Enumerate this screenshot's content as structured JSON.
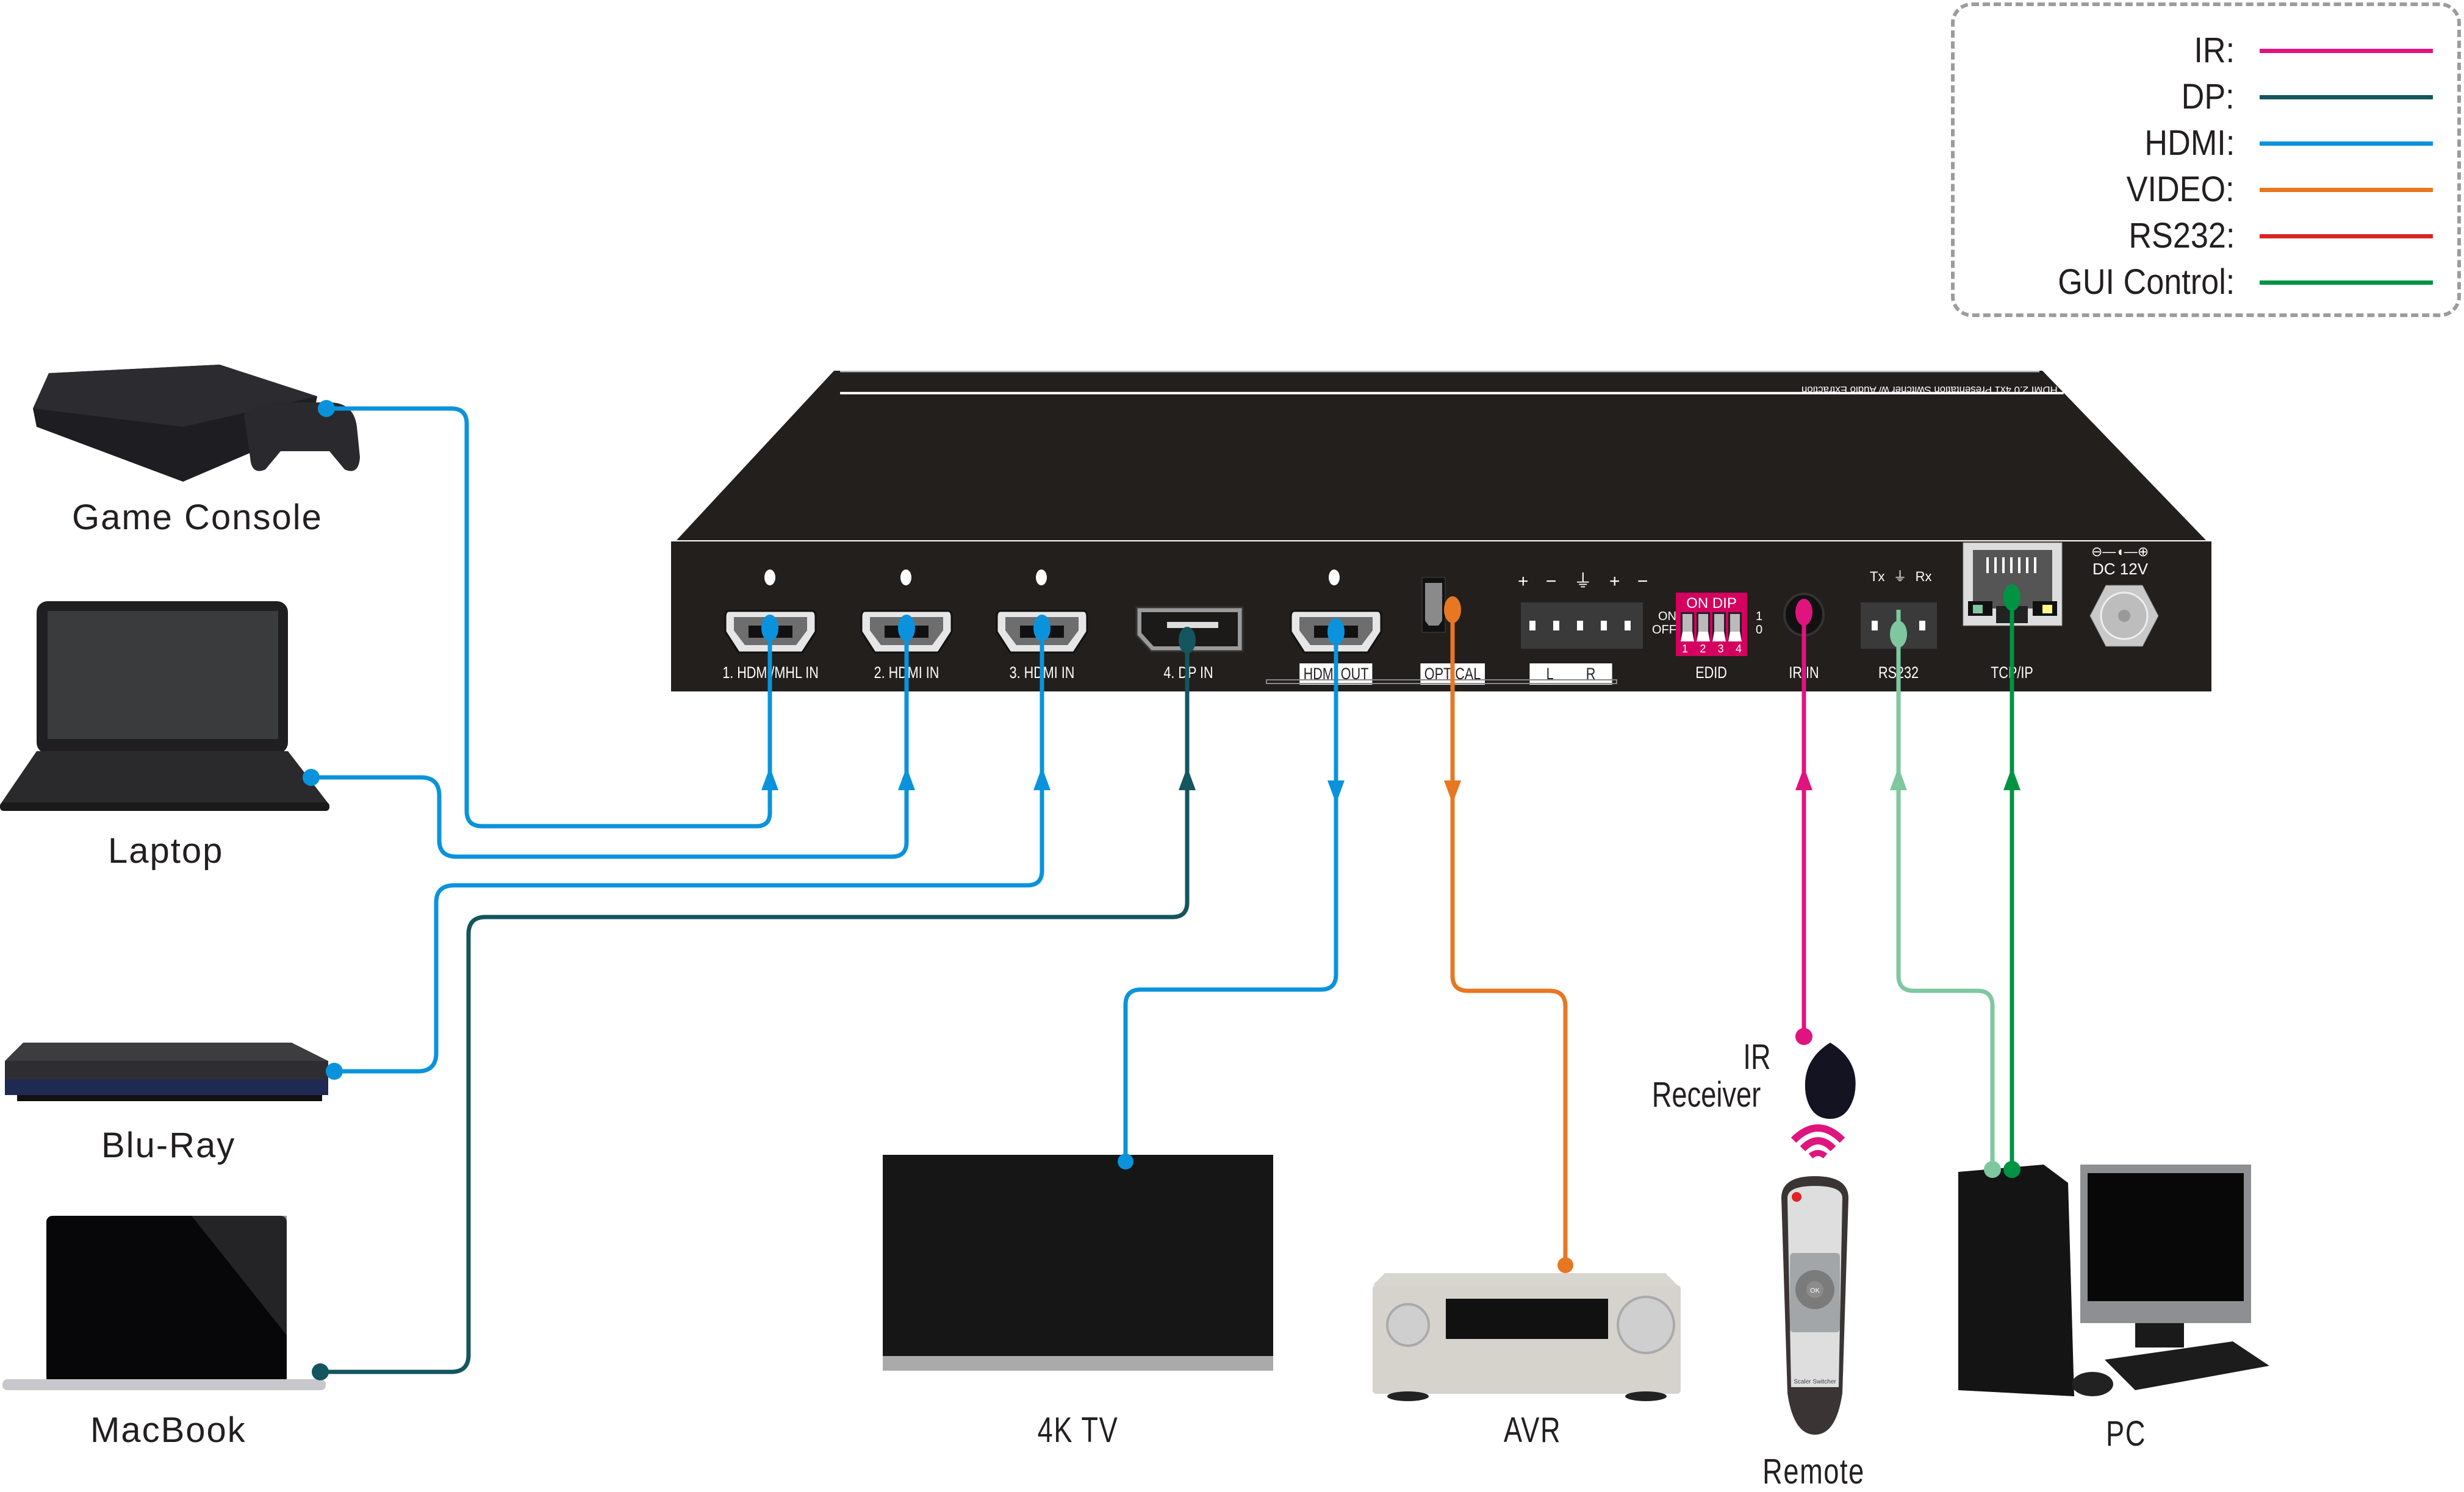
{
  "legend": {
    "items": [
      {
        "label": "IR:",
        "color": "#e0147e"
      },
      {
        "label": "DP:",
        "color": "#14555e"
      },
      {
        "label": "HDMI:",
        "color": "#0a93dc"
      },
      {
        "label": "VIDEO:",
        "color": "#e87722"
      },
      {
        "label": "RS232:",
        "color": "#db2523"
      },
      {
        "label": "GUI Control:",
        "color": "#009344"
      }
    ]
  },
  "switcher": {
    "model_text": "HDMI 2.0 4x1 Presentation Switcher w/ Audio Extraction",
    "ports": {
      "hdmi_in_1": "1. HDMI/MHL IN",
      "hdmi_in_2": "2. HDMI IN",
      "hdmi_in_3": "3. HDMI IN",
      "dp_in_4": "4. DP IN",
      "hdmi_out": "HDMI OUT",
      "optical": "OPTICAL",
      "audio_l": "L",
      "audio_r": "R",
      "audio_pins": "+ − ⏚ + −",
      "edid": "EDID",
      "dip_title": "ON DIP",
      "dip_on": "ON",
      "dip_off": "OFF",
      "dip_one": "1",
      "dip_zero": "0",
      "dip_numbers": [
        "1",
        "2",
        "3",
        "4"
      ],
      "ir_in": "IR IN",
      "rs232": "RS232",
      "rs232_pins": "Tx ⏚ Rx",
      "tcpip": "TCP/IP",
      "dc_symbol": "⊖—◖—⊕",
      "dc": "DC 12V"
    }
  },
  "devices": {
    "game_console": "Game Console",
    "laptop": "Laptop",
    "bluray": "Blu-Ray",
    "macbook": "MacBook",
    "tv": "4K TV",
    "avr": "AVR",
    "ir_receiver_line1": "IR",
    "ir_receiver_line2": "Receiver",
    "remote": "Remote",
    "remote_brand": "Scaler Switcher",
    "remote_ok": "OK",
    "pc": "PC"
  },
  "colors": {
    "ir": "#e0147e",
    "dp": "#14555e",
    "hdmi": "#0a93dc",
    "video": "#e87722",
    "rs232_tx": "#7ec8a0",
    "gui": "#009344",
    "panel": "#231f1d",
    "dip": "#d4005f"
  }
}
